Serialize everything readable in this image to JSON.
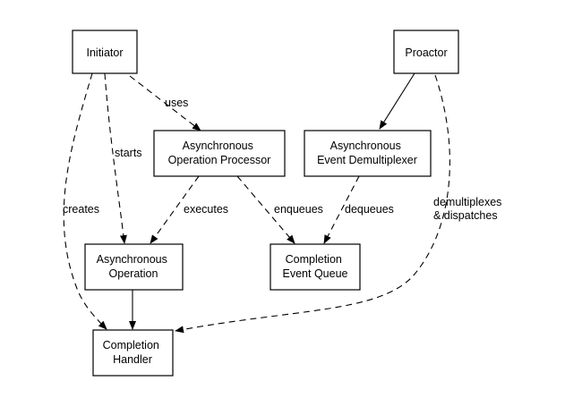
{
  "nodes": {
    "initiator": [
      "Initiator"
    ],
    "proactor": [
      "Proactor"
    ],
    "async_op_processor": [
      "Asynchronous",
      "Operation Processor"
    ],
    "async_event_demux": [
      "Asynchronous",
      "Event Demultiplexer"
    ],
    "async_operation": [
      "Asynchronous",
      "Operation"
    ],
    "completion_event_queue": [
      "Completion",
      "Event Queue"
    ],
    "completion_handler": [
      "Completion",
      "Handler"
    ]
  },
  "edges": {
    "uses": [
      "uses"
    ],
    "starts": [
      "starts"
    ],
    "creates": [
      "creates"
    ],
    "executes": [
      "executes"
    ],
    "enqueues": [
      "enqueues"
    ],
    "dequeues": [
      "dequeues"
    ],
    "demux_dispatch": [
      "demultiplexes",
      "& dispatches"
    ]
  },
  "colors": {
    "stroke": "#000000",
    "background": "#ffffff"
  }
}
